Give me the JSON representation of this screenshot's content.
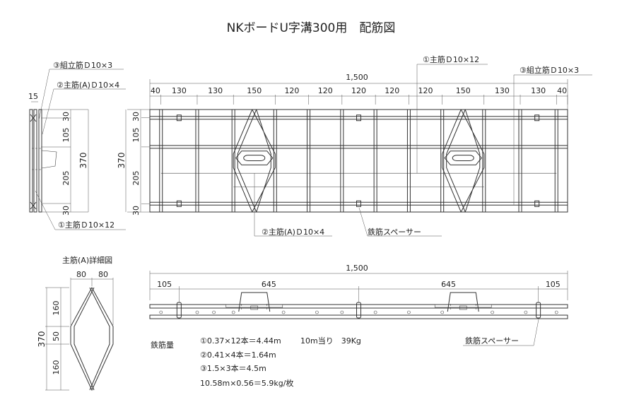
{
  "title": "NKボードU字溝300用　配筋図",
  "section_view": {
    "label_3": "③組立筋Ｄ10×3",
    "label_2": "②主筋(A)Ｄ10×4",
    "label_1": "①主筋Ｄ10×12",
    "dim_width": "15",
    "dims_vertical": [
      "30",
      "105",
      "205",
      "30"
    ],
    "dim_total": "370"
  },
  "plan_view": {
    "dim_total": "1,500",
    "dims_horizontal": [
      "40",
      "130",
      "130",
      "150",
      "120",
      "120",
      "120",
      "120",
      "120",
      "150",
      "130",
      "130",
      "40"
    ],
    "dims_vertical": [
      "30",
      "105",
      "205",
      "30"
    ],
    "dim_total_vertical": "370",
    "label_1": "①主筋Ｄ10×12",
    "label_3": "③組立筋Ｄ10×3",
    "label_2": "②主筋(A)Ｄ10×4",
    "label_spacer": "鉄筋スペーサー"
  },
  "detail_view": {
    "title": "主筋(A)詳細図",
    "dims_horizontal": [
      "80",
      "80"
    ],
    "dims_vertical": [
      "160",
      "50",
      "160"
    ],
    "dim_total": "370"
  },
  "side_view": {
    "dim_total": "1,500",
    "dims_horizontal": [
      "105",
      "645",
      "645",
      "105"
    ],
    "label_spacer": "鉄筋スペーサー"
  },
  "quantities": {
    "heading": "鉄筋量",
    "lines": [
      "①0.37×12本＝4.44m",
      "②0.41×4本＝1.64m",
      "③1.5×3本＝4.5m",
      "10.58m×0.56＝5.9kg/枚"
    ],
    "per_10m": "10m当り　39Kg"
  }
}
